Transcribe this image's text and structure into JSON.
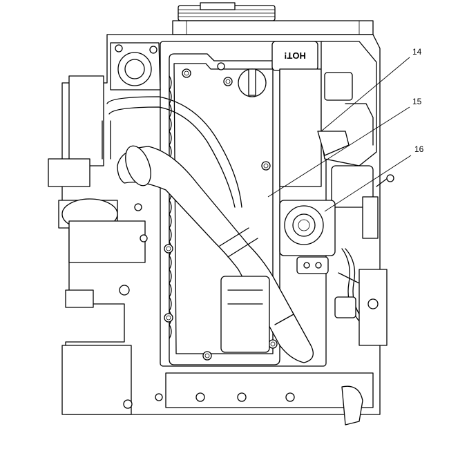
{
  "diagram": {
    "callouts": [
      {
        "id": "14",
        "label": "14"
      },
      {
        "id": "15",
        "label": "15"
      },
      {
        "id": "16",
        "label": "16"
      }
    ],
    "engraved_text": "HOT!"
  }
}
